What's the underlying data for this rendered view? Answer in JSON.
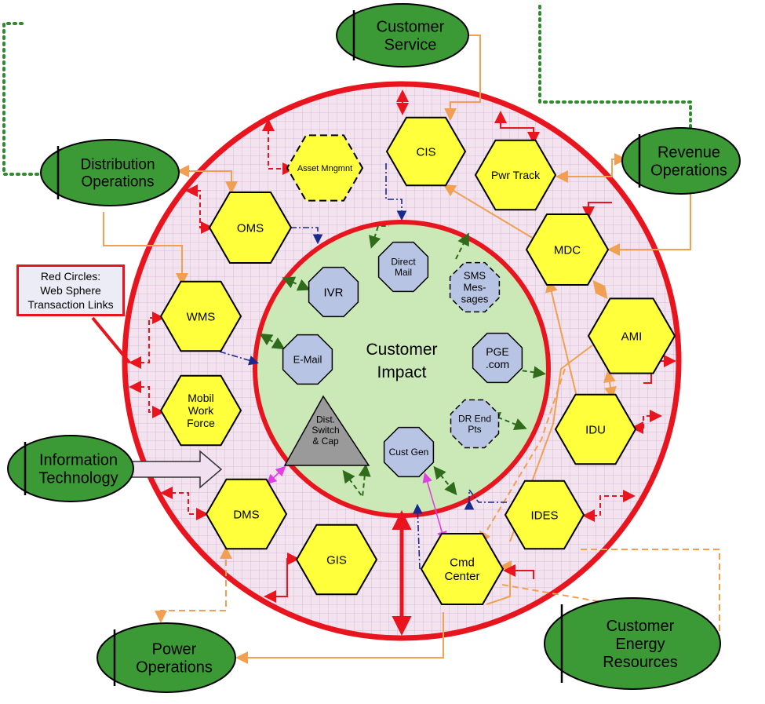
{
  "center": {
    "line1": "Customer",
    "line2": "Impact"
  },
  "legend": {
    "lines": [
      "Red Circles:",
      "Web Sphere",
      "Transaction Links"
    ]
  },
  "departments": {
    "customer_service": [
      "Customer",
      "Service"
    ],
    "revenue_operations": [
      "Revenue",
      "Operations"
    ],
    "distribution_operations": [
      "Distribution",
      "Operations"
    ],
    "information_technology": [
      "Information",
      "Technology"
    ],
    "power_operations": [
      "Power",
      "Operations"
    ],
    "customer_energy_resources": [
      "Customer",
      "Energy",
      "Resources"
    ]
  },
  "systems": {
    "asset_mngmnt": [
      "Asset Mngmnt"
    ],
    "cis": [
      "CIS"
    ],
    "pwr_track": [
      "Pwr Track"
    ],
    "oms": [
      "OMS"
    ],
    "mdc": [
      "MDC"
    ],
    "wms": [
      "WMS"
    ],
    "ami": [
      "AMI"
    ],
    "mobil_work_force": [
      "Mobil",
      "Work",
      "Force"
    ],
    "idu": [
      "IDU"
    ],
    "dms": [
      "DMS"
    ],
    "ides": [
      "IDES"
    ],
    "gis": [
      "GIS"
    ],
    "cmd_center": [
      "Cmd",
      "Center"
    ]
  },
  "channels": {
    "direct_mail": [
      "Direct",
      "Mail"
    ],
    "sms_messages": [
      "SMS",
      "Mes-",
      "sages"
    ],
    "ivr": [
      "IVR"
    ],
    "email": [
      "E-Mail"
    ],
    "pge_com": [
      "PGE",
      ".com"
    ],
    "dr_end_pts": [
      "DR End",
      "Pts"
    ],
    "cust_gen": [
      "Cust Gen"
    ],
    "dist_switch_cap": [
      "Dist.",
      "Switch",
      "& Cap"
    ]
  },
  "colors": {
    "ring_red": "#e8141e",
    "ring_fill": "#f2e3ef",
    "grid": "#d9b8d8",
    "inner_green": "#cbe9b6",
    "hex_yellow": "#ffff3c",
    "oct_blue": "#b8c4e4",
    "dept_green": "#3b9a36",
    "orange": "#f0a050",
    "dark_green": "#2f6b1a",
    "navy": "#1a2a8c",
    "magenta": "#e040e0"
  }
}
